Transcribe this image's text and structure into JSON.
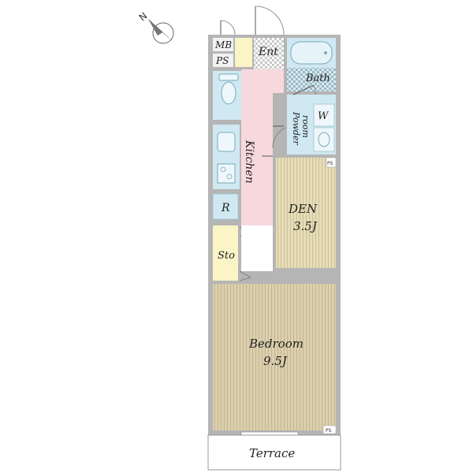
{
  "compass": {
    "label": "N"
  },
  "rooms": {
    "mb": "MB",
    "ps_top": "PS",
    "ent": "Ent",
    "bath": "Bath",
    "w": "W",
    "powder_line1": "Powder",
    "powder_line2": "room",
    "kitchen": "Kitchen",
    "ps_small": "PS",
    "r": "R",
    "den_name": "DEN",
    "den_size": "3.5J",
    "sto": "Sto",
    "bedroom_name": "Bedroom",
    "bedroom_size": "9.5J",
    "ps_corner": "PS",
    "terrace": "Terrace"
  },
  "colors": {
    "wall": "#b5b5b5",
    "floor_wood": "#e6ddb8",
    "floor_bedroom": "#dccfae",
    "kitchen": "#f7d9dd",
    "water": "#cfe8f2",
    "storage": "#fbf4c6",
    "compass_fill": "#1a1a1a"
  }
}
